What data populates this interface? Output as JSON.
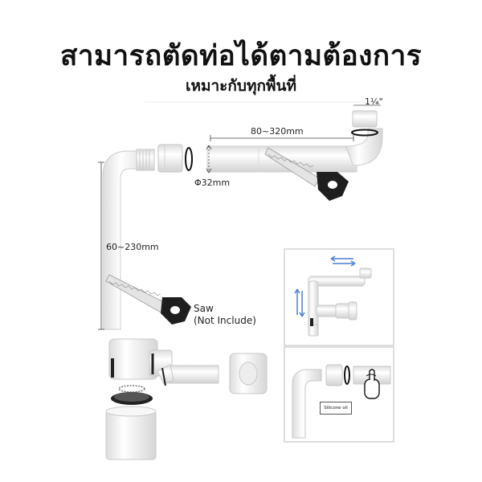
{
  "headline": "สามารถตัดท่อได้ตามต้องการ",
  "subheadline": "เหมาะกับทุกพื้นที่",
  "labels": {
    "thread_size": "1¼\"",
    "horizontal_range": "80~320mm",
    "diameter": "Φ32mm",
    "vertical_range": "60~230mm",
    "saw_line1": "Saw",
    "saw_line2": "(Not Include)",
    "silicone": "Silicone oil"
  },
  "colors": {
    "pipe": "#f2f2f2",
    "pipe_edge": "#cfcfcf",
    "saw_handle": "#1e1e1e",
    "arrow_blue": "#4a7fd1",
    "panel_border": "#bbbbbb"
  }
}
